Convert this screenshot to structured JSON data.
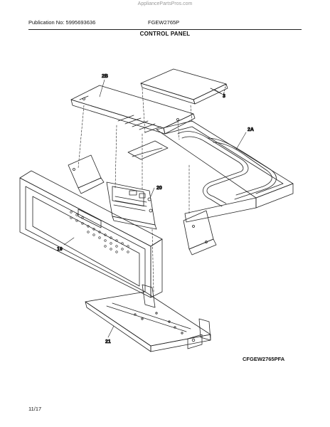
{
  "header": {
    "watermark": "AppliancePartsPros.com",
    "publication": "Publication No: 5995693636",
    "model": "FGEW2765P",
    "section_title": "CONTROL PANEL"
  },
  "callouts": {
    "c3": "3",
    "c2A": "2A",
    "c2B": "2B",
    "c19": "19",
    "c20": "20",
    "c21": "21"
  },
  "footer": {
    "diagram_code": "CFGEW2765PFA",
    "page": "11/17"
  }
}
